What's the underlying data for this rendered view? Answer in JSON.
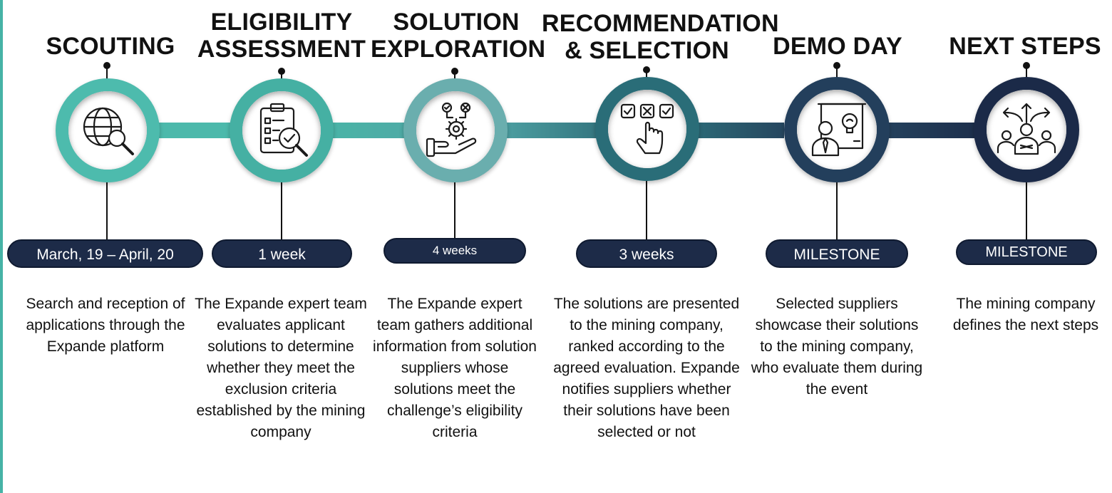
{
  "steps": [
    {
      "title_lines": [
        "SCOUTING"
      ],
      "pill": "March, 19 – April, 20",
      "description": "Search and reception of applications through the Expande platform",
      "ring_color": "#4dbbad",
      "icon": "globe-search-icon"
    },
    {
      "title_lines": [
        "ELIGIBILITY",
        "ASSESSMENT"
      ],
      "pill": "1 week",
      "description": "The Expande expert team evaluates applicant solutions to determine whether they meet the exclusion criteria established by the mining company",
      "ring_color": "#45b0a3",
      "icon": "clipboard-check-icon"
    },
    {
      "title_lines": [
        "SOLUTION",
        "EXPLORATION"
      ],
      "pill": "4 weeks",
      "description": "The Expande expert team gathers additional information from solution suppliers whose solutions meet the challenge’s eligibility criteria",
      "ring_color": "#5aa9a6",
      "icon": "hand-gear-icon"
    },
    {
      "title_lines": [
        "RECOMMENDATION",
        "& SELECTION"
      ],
      "pill": "3 weeks",
      "description": "The solutions are presented to the mining company, ranked according to the agreed evaluation. Expande notifies suppliers whether their solutions have been selected or not",
      "ring_color": "#2a6d78",
      "icon": "selection-click-icon"
    },
    {
      "title_lines": [
        "DEMO DAY"
      ],
      "pill": "MILESTONE",
      "description": "Selected suppliers showcase their solutions to the mining company, who evaluate them during the event",
      "ring_color": "#233f5c",
      "icon": "presenter-idea-icon"
    },
    {
      "title_lines": [
        "NEXT STEPS"
      ],
      "pill": "MILESTONE",
      "description": "The mining company defines the next steps",
      "ring_color": "#1b2a48",
      "icon": "team-directions-icon"
    }
  ],
  "colors": {
    "accent_left": "#46b3a6",
    "pill_bg": "#1d2b48",
    "text": "#111111"
  }
}
